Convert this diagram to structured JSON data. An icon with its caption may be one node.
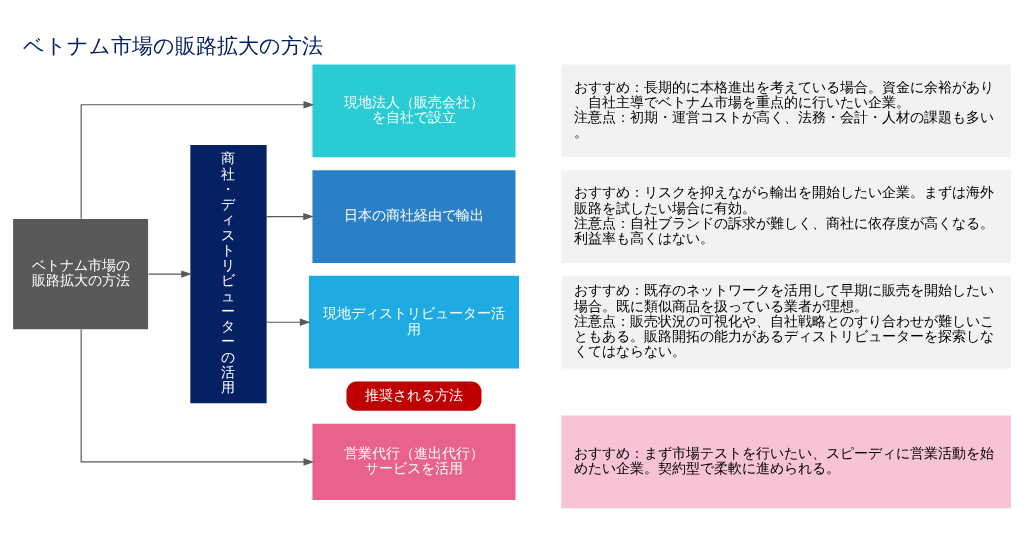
{
  "diagram": {
    "title": "ベトナム市場の販路拡大の方法",
    "nodes": [
      {
        "text": [
          "ベトナム市場の販路拡大の方法"
        ]
      },
      {
        "text": [
          "現地法人（販売会社）を自社で設立"
        ]
      },
      {
        "text": [
          "商社・ディストリビューターの活用"
        ]
      },
      {
        "text": [
          "日本の商社経由で輸出"
        ]
      },
      {
        "text": [
          "現地ディストリビューター活用"
        ]
      },
      {
        "text": [
          "推奨される方法"
        ]
      },
      {
        "text": [
          "営業代行（進出代行）サービスを活用"
        ]
      },
      {
        "text": [
          "おすすめ：長期的に本格進出を考えている場合。資金に余裕があり、自社主導でベトナム市場を重点的に行いたい企業。",
          "注意点：初期・運営コストが高く、法務・会計・人材の課題も多い。"
        ]
      },
      {
        "text": [
          "おすすめ：リスクを抑えながら輸出を開始したい企業。まずは海外販路を試したい場合に有効。",
          "注意点：自社ブランドの訴求が難しく、商社に依存度が高くなる。利益率も高くはない。"
        ]
      },
      {
        "text": [
          "おすすめ：既存のネットワークを活用して早期に販売を開始したい場合。既に類似商品を扱っている業者が理想。",
          "注意点：販売状況の可視化や、自社戦略とのすり合わせが難しいこともある。販路開拓の能力があるディストリビューターを探索しなくてはならない。"
        ]
      },
      {
        "text": [
          "おすすめ：まず市場テストを行いたい、スピーディに営業活動を始めたい企業。契約型で柔軟に進められる。"
        ]
      }
    ],
    "edges": [
      {
        "from": 0,
        "to": 1,
        "arrow": "to"
      },
      {
        "from": 0,
        "to": 2,
        "arrow": "to"
      },
      {
        "from": 0,
        "to": 6,
        "arrow": "to"
      },
      {
        "from": 2,
        "to": 3,
        "arrow": "to"
      },
      {
        "from": 2,
        "to": 4,
        "arrow": "to"
      }
    ]
  }
}
